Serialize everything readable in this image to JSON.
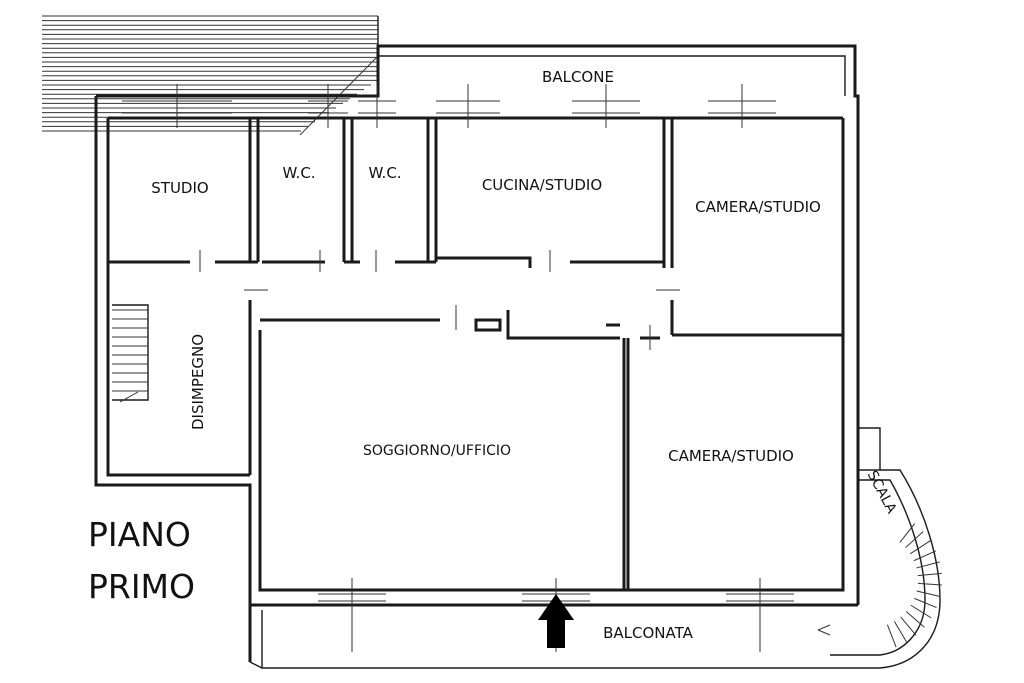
{
  "floor_title": {
    "line1": "PIANO",
    "line2": "PRIMO"
  },
  "rooms": {
    "balcone": "BALCONE",
    "studio": "STUDIO",
    "wc1": "W.C.",
    "wc2": "W.C.",
    "cucina_studio": "CUCINA/STUDIO",
    "camera_studio_top": "CAMERA/STUDIO",
    "disimpegno": "DISIMPEGNO",
    "soggiorno_ufficio": "SOGGIORNO/UFFICIO",
    "camera_studio_bottom": "CAMERA/STUDIO",
    "balconata": "BALCONATA",
    "scala": "SCALA"
  }
}
